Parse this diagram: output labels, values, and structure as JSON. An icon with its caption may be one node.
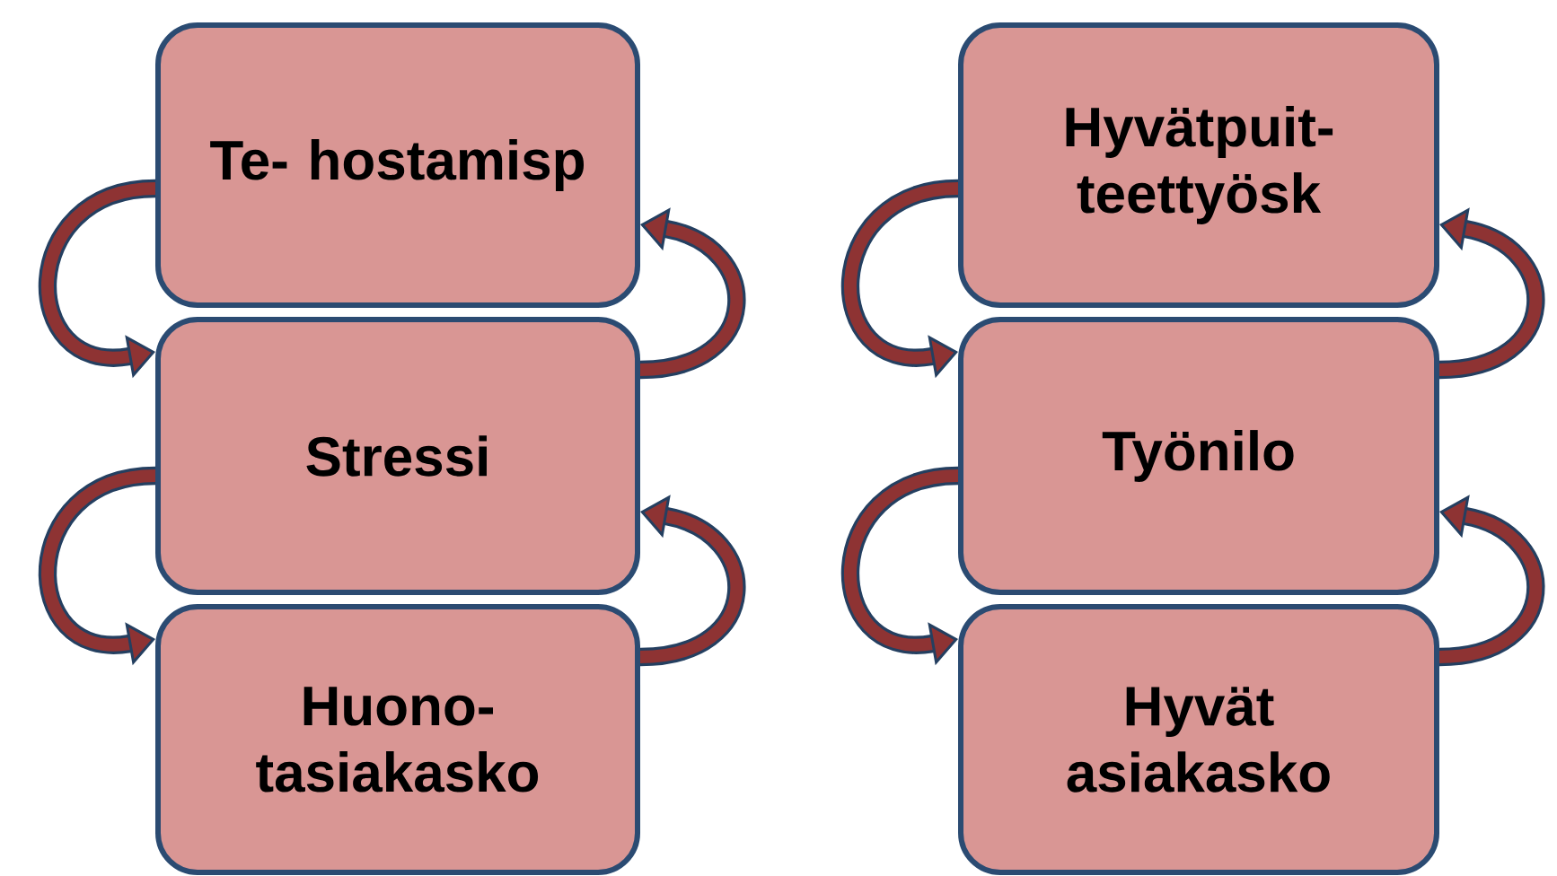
{
  "diagram": {
    "nodes": [
      {
        "text": [
          "Te- hostamisp"
        ]
      },
      {
        "text": [
          "Stressi"
        ]
      },
      {
        "text": [
          "Huono- tasiakasko"
        ]
      },
      {
        "text": [
          "Hyvätpuit- teettyösk"
        ]
      },
      {
        "text": [
          "Työnilo"
        ]
      },
      {
        "text": [
          "Hyvät asiakasko"
        ]
      }
    ],
    "edges": [
      {
        "from": 0,
        "to": 1,
        "arrow": "to"
      },
      {
        "from": 1,
        "to": 0,
        "arrow": "to"
      },
      {
        "from": 1,
        "to": 2,
        "arrow": "to"
      },
      {
        "from": 2,
        "to": 1,
        "arrow": "to"
      },
      {
        "from": 3,
        "to": 4,
        "arrow": "to"
      },
      {
        "from": 4,
        "to": 3,
        "arrow": "to"
      },
      {
        "from": 4,
        "to": 5,
        "arrow": "to"
      },
      {
        "from": 5,
        "to": 4,
        "arrow": "to"
      }
    ]
  }
}
